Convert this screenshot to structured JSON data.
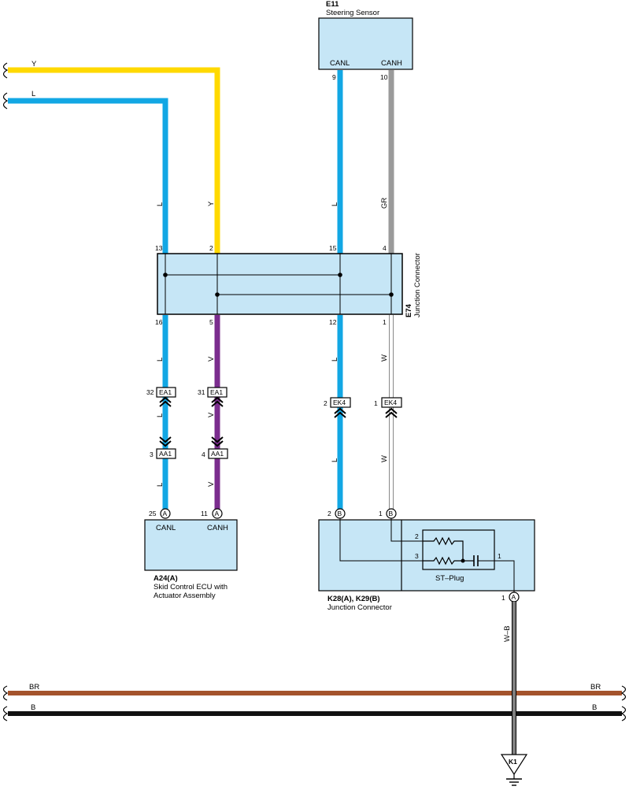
{
  "colors": {
    "box_fill": "#c6e6f6",
    "blue": "#12a7e4",
    "yellow": "#ffd900",
    "violet": "#7b2d8e",
    "gray": "#9a9a9a",
    "brown": "#a4532c",
    "black": "#111111"
  },
  "components": {
    "e11": {
      "code": "E11",
      "name": "Steering Sensor",
      "canl": "CANL",
      "canh": "CANH",
      "pin_canl": "9",
      "pin_canh": "10"
    },
    "e74": {
      "code": "E74",
      "name": "Junction Connector",
      "top_pins": [
        "13",
        "2",
        "15",
        "4"
      ],
      "bottom_pins": [
        "16",
        "5",
        "12",
        "1"
      ]
    },
    "a24": {
      "code": "A24(A)",
      "name_line1": "Skid Control ECU with",
      "name_line2": "Actuator Assembly",
      "canl": "CANL",
      "canh": "CANH",
      "pin_canl": "25",
      "pin_canh": "11",
      "conn_letter": "A"
    },
    "k28": {
      "code": "K28(A), K29(B)",
      "name": "Junction Connector",
      "st_plug": "ST–Plug",
      "pin_left": "2",
      "pin_right": "1",
      "conn_letter": "B",
      "inner_pin_2": "2",
      "inner_pin_3": "3",
      "inner_pin_1": "1",
      "out_pin": "1",
      "out_letter": "A"
    },
    "k1": {
      "label": "K1"
    }
  },
  "connectors": {
    "ea1_left": {
      "pin": "32",
      "name": "EA1"
    },
    "ea1_right": {
      "pin": "31",
      "name": "EA1"
    },
    "aa1_left": {
      "pin": "3",
      "name": "AA1"
    },
    "aa1_right": {
      "pin": "4",
      "name": "AA1"
    },
    "ek4_left": {
      "pin": "2",
      "name": "EK4"
    },
    "ek4_right": {
      "pin": "1",
      "name": "EK4"
    }
  },
  "wire_labels": {
    "y_top": "Y",
    "l_top": "L",
    "l_col1_upper": "L",
    "y_col2_upper": "Y",
    "l_col3_upper": "L",
    "gr_col4_upper": "GR",
    "l_col1_mid": "L",
    "v_col2_mid": "V",
    "l_col3_mid": "L",
    "w_col4_mid": "W",
    "l_col1_sub": "L",
    "v_col2_sub": "V",
    "l_col1_low": "L",
    "v_col2_low": "V",
    "l_col3_low": "L",
    "w_col4_low": "W",
    "wb": "W–B",
    "br_left": "BR",
    "br_right": "BR",
    "b_left": "B",
    "b_right": "B"
  }
}
